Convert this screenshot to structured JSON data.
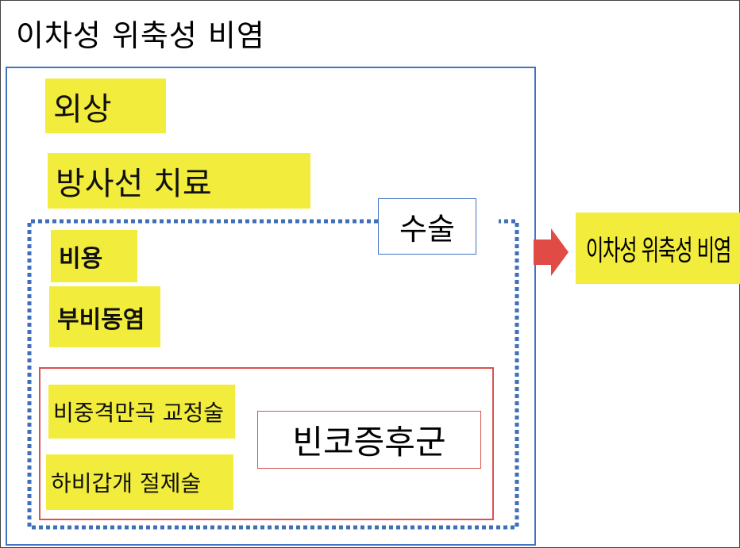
{
  "title": "이차성 위축성 비염",
  "causes": {
    "trauma": "외상",
    "radiation": "방사선 치료"
  },
  "surgery": {
    "label": "수술",
    "items": [
      "비용",
      "부비동염"
    ],
    "subgroup": {
      "label": "빈코증후군",
      "items": [
        "비중격만곡 교정술",
        "하비갑개 절제술"
      ]
    }
  },
  "result": "이차성 위축성 비염",
  "colors": {
    "highlight": "#f2ec3c",
    "outer_border": "#4472c4",
    "dotted_border": "#3f6fb8",
    "red_border": "#d9534f",
    "arrow": "#e04b45"
  }
}
